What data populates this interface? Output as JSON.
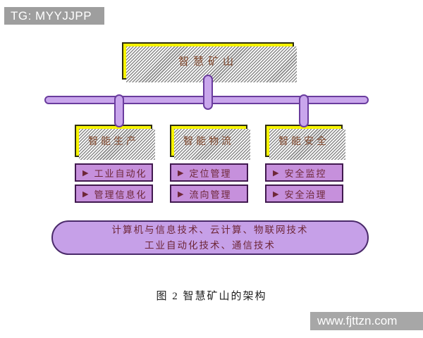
{
  "tg_badge": {
    "text": "TG: MYYJJPP"
  },
  "site_badge": {
    "text": "www.fjttzn.com"
  },
  "diagram": {
    "root_label": "智慧矿山",
    "bullet": "▶",
    "branches": [
      {
        "title": "智能生产",
        "items": [
          "工业自动化",
          "管理信息化"
        ]
      },
      {
        "title": "智能物流",
        "items": [
          "定位管理",
          "流向管理"
        ]
      },
      {
        "title": "智能安全",
        "items": [
          "安全监控",
          "安全治理"
        ]
      }
    ],
    "foundation_lines": [
      "计算机与信息技术、云计算、物联网技术",
      "工业自动化技术、通信技术"
    ],
    "caption": "图 2 智慧矿山的架构",
    "colors": {
      "box_yellow": "#f7f402",
      "bus_purple": "#c9a6ec",
      "item_purple": "#c690dc",
      "border_purple": "#6a3c9e",
      "item_border_purple": "#41194f",
      "title_text": "#82492e",
      "item_text": "#6d2637",
      "badge_gray": "#9e9e9e"
    }
  }
}
